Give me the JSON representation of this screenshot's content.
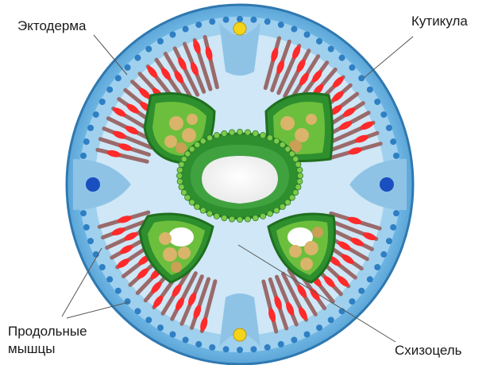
{
  "labels": {
    "ectoderm": "Эктодерма",
    "cuticle": "Кутикула",
    "longitudinal_muscles_line1": "Продольные",
    "longitudinal_muscles_line2": "мышцы",
    "schizocoel": "Схизоцель"
  },
  "colors": {
    "cuticle": "#5aa6d6",
    "ectoderm": "#8fc6e8",
    "ectoderm_cell": "#2f7fc4",
    "muscle": "#ff2a2a",
    "muscle_fibre": "#9a6a6a",
    "schizocoel": "#c9e4f5",
    "gut_wall": "#2e9a2e",
    "gut_inner": "#7ecb4a",
    "gonad_content": "#d9b46a",
    "nerve_blue": "#1a4fc0",
    "nerve_yellow": "#f5d31a"
  },
  "icons": [
    "nerve-cord-dorsal-icon",
    "nerve-cord-ventral-icon",
    "lateral-canal-icon"
  ]
}
